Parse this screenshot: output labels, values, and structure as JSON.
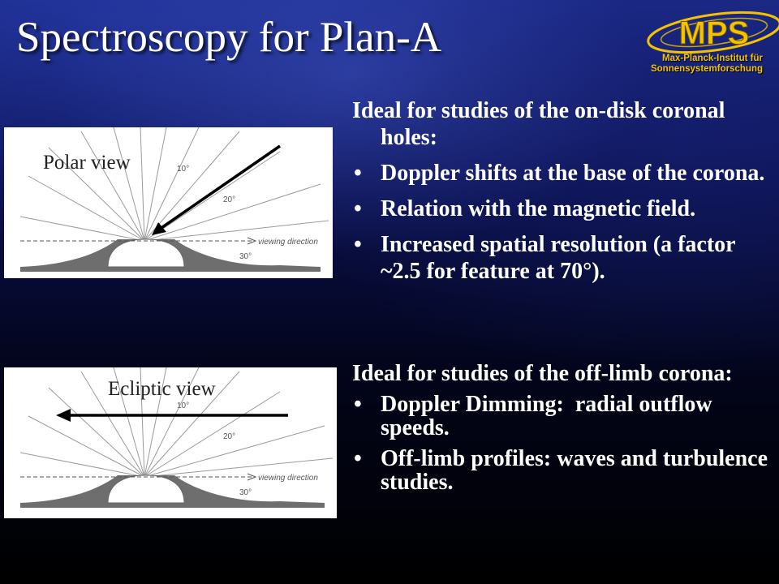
{
  "slide": {
    "title": "Spectroscopy for Plan-A"
  },
  "logo": {
    "acronym": "MPS",
    "line1": "Max-Planck-Institut für",
    "line2": "Sonnensystemforschung",
    "color": "#f3c300"
  },
  "figures": {
    "polar": {
      "label": "Polar view",
      "angle_labels": [
        "10°",
        "20°",
        "30°"
      ],
      "direction_label": "viewing direction"
    },
    "ecliptic": {
      "label": "Ecliptic view",
      "angle_labels": [
        "10°",
        "20°",
        "30°"
      ],
      "direction_label": "viewing direction"
    }
  },
  "content": {
    "section1": {
      "heading": "Ideal for studies of the on-disk coronal holes:",
      "bullets": [
        "Doppler shifts at the base of the corona.",
        "Relation with the magnetic field.",
        "Increased spatial resolution (a factor ~2.5 for feature at 70°)."
      ]
    },
    "section2": {
      "heading": "Ideal for studies of the off-limb corona:",
      "bullets": [
        "Doppler Dimming:  radial outflow speeds.",
        "Off-limb profiles: waves and turbulence studies."
      ]
    },
    "bullet_symbol": "•"
  }
}
